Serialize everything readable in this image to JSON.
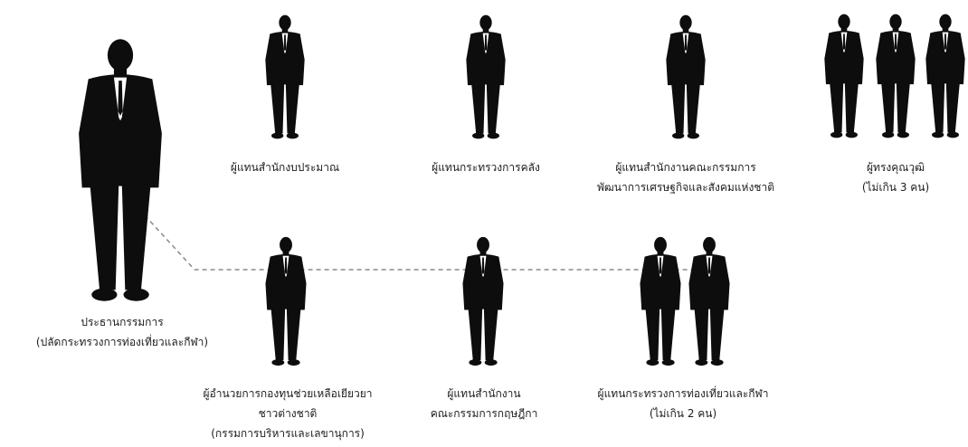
{
  "colors": {
    "silhouette": "#0d0d0d",
    "shirt": "#ffffff",
    "line": "#8a8a8a",
    "text": "#1c1c1c"
  },
  "icon": "person-in-suit-silhouette",
  "chairman": {
    "line1": "ประธานกรรมการ",
    "line2": "(ปลัดกระทรวงการท่องเที่ยวและกีฬา)"
  },
  "top_row": [
    {
      "line1": "ผู้แทนสำนักงบประมาณ"
    },
    {
      "line1": "ผู้แทนกระทรวงการคลัง"
    },
    {
      "line1": "ผู้แทนสำนักงานคณะกรรมการ",
      "line2": "พัฒนาการเศรษฐกิจและสังคมแห่งชาติ"
    },
    {
      "line1": "ผู้ทรงคุณวุฒิ",
      "line2": "(ไม่เกิน 3 คน)"
    }
  ],
  "bottom_row": [
    {
      "line1": "ผู้อำนวยการกองทุนช่วยเหลือเยียวยา",
      "line2": "ชาวต่างชาติ",
      "line3": "(กรรมการบริหารและเลขานุการ)"
    },
    {
      "line1": "ผู้แทนสำนักงาน",
      "line2": "คณะกรรมการกฤษฎีกา"
    },
    {
      "line1": "ผู้แทนกระทรวงการท่องเที่ยวและกีฬา",
      "line2": "(ไม่เกิน 2 คน)"
    }
  ]
}
